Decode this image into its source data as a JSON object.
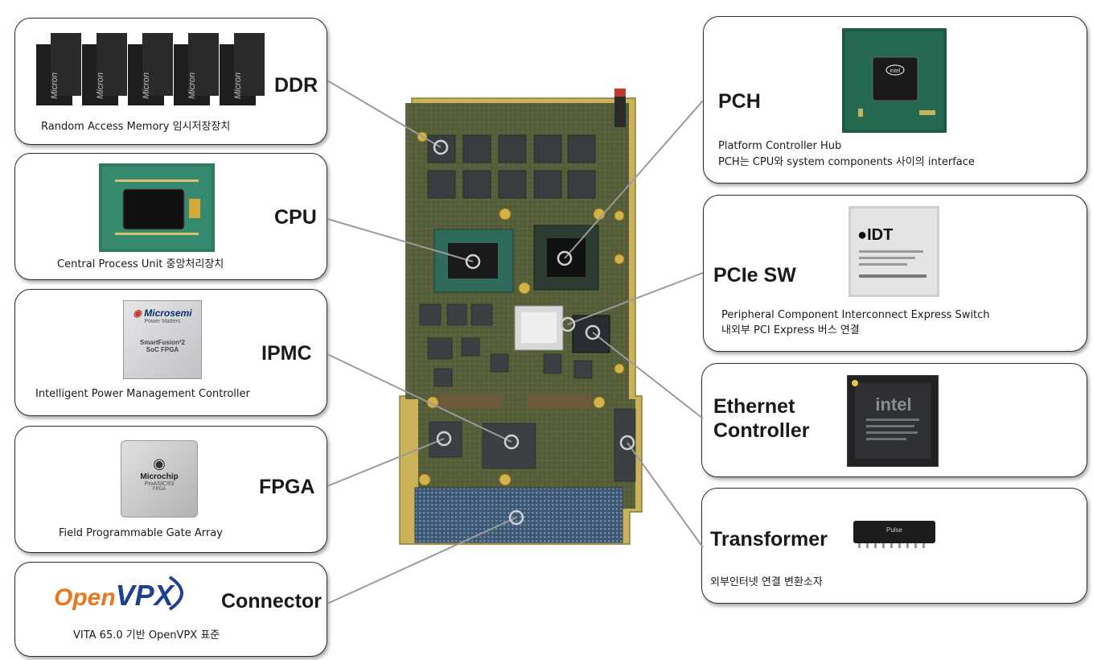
{
  "components": {
    "ddr": {
      "title": "DDR",
      "desc": "Random Access Memory 임시저장장치",
      "chip_label": "Micron"
    },
    "cpu": {
      "title": "CPU",
      "desc": "Central Process Unit 중앙처리장치"
    },
    "ipmc": {
      "title": "IPMC",
      "desc": "Intelligent Power Management Controller",
      "chip_brand": "Microsemi",
      "chip_sub": "Power Matters",
      "chip_line1": "SmartFusion²2",
      "chip_line2": "SoC FPGA"
    },
    "fpga": {
      "title": "FPGA",
      "desc": "Field Programmable Gate Array",
      "chip_brand": "Microchip",
      "chip_line1": "ProASIC®3",
      "chip_line2": "FPGA"
    },
    "connector": {
      "title": "Connector",
      "desc": "VITA 65.0 기반 OpenVPX 표준",
      "logo_open": "Open",
      "logo_vpx": "VPX"
    },
    "pch": {
      "title": "PCH",
      "desc_line1": "Platform Controller Hub",
      "desc_line2": "PCH는 CPU와 system components 사이의 interface",
      "chip_brand": "intel"
    },
    "pcie_sw": {
      "title": "PCIe SW",
      "desc_line1": "Peripheral Component Interconnect Express Switch",
      "desc_line2": "내외부 PCI Express 버스 연결",
      "chip_brand": "IDT"
    },
    "ethernet": {
      "title_line1": "Ethernet",
      "title_line2": "Controller",
      "chip_brand": "intel"
    },
    "transformer": {
      "title": "Transformer",
      "desc": "외부인터넷 연결 변환소자",
      "chip_brand": "Pulse"
    }
  },
  "colors": {
    "card_border": "#2b2b2b",
    "connector_line": "#9a9a9a",
    "board_green": "#4f5a37",
    "chip_dark": "#3a3d40",
    "ipmc_chip": "#d5d6d8",
    "openvpx_orange": "#e87722",
    "openvpx_blue": "#1f3f8f"
  }
}
